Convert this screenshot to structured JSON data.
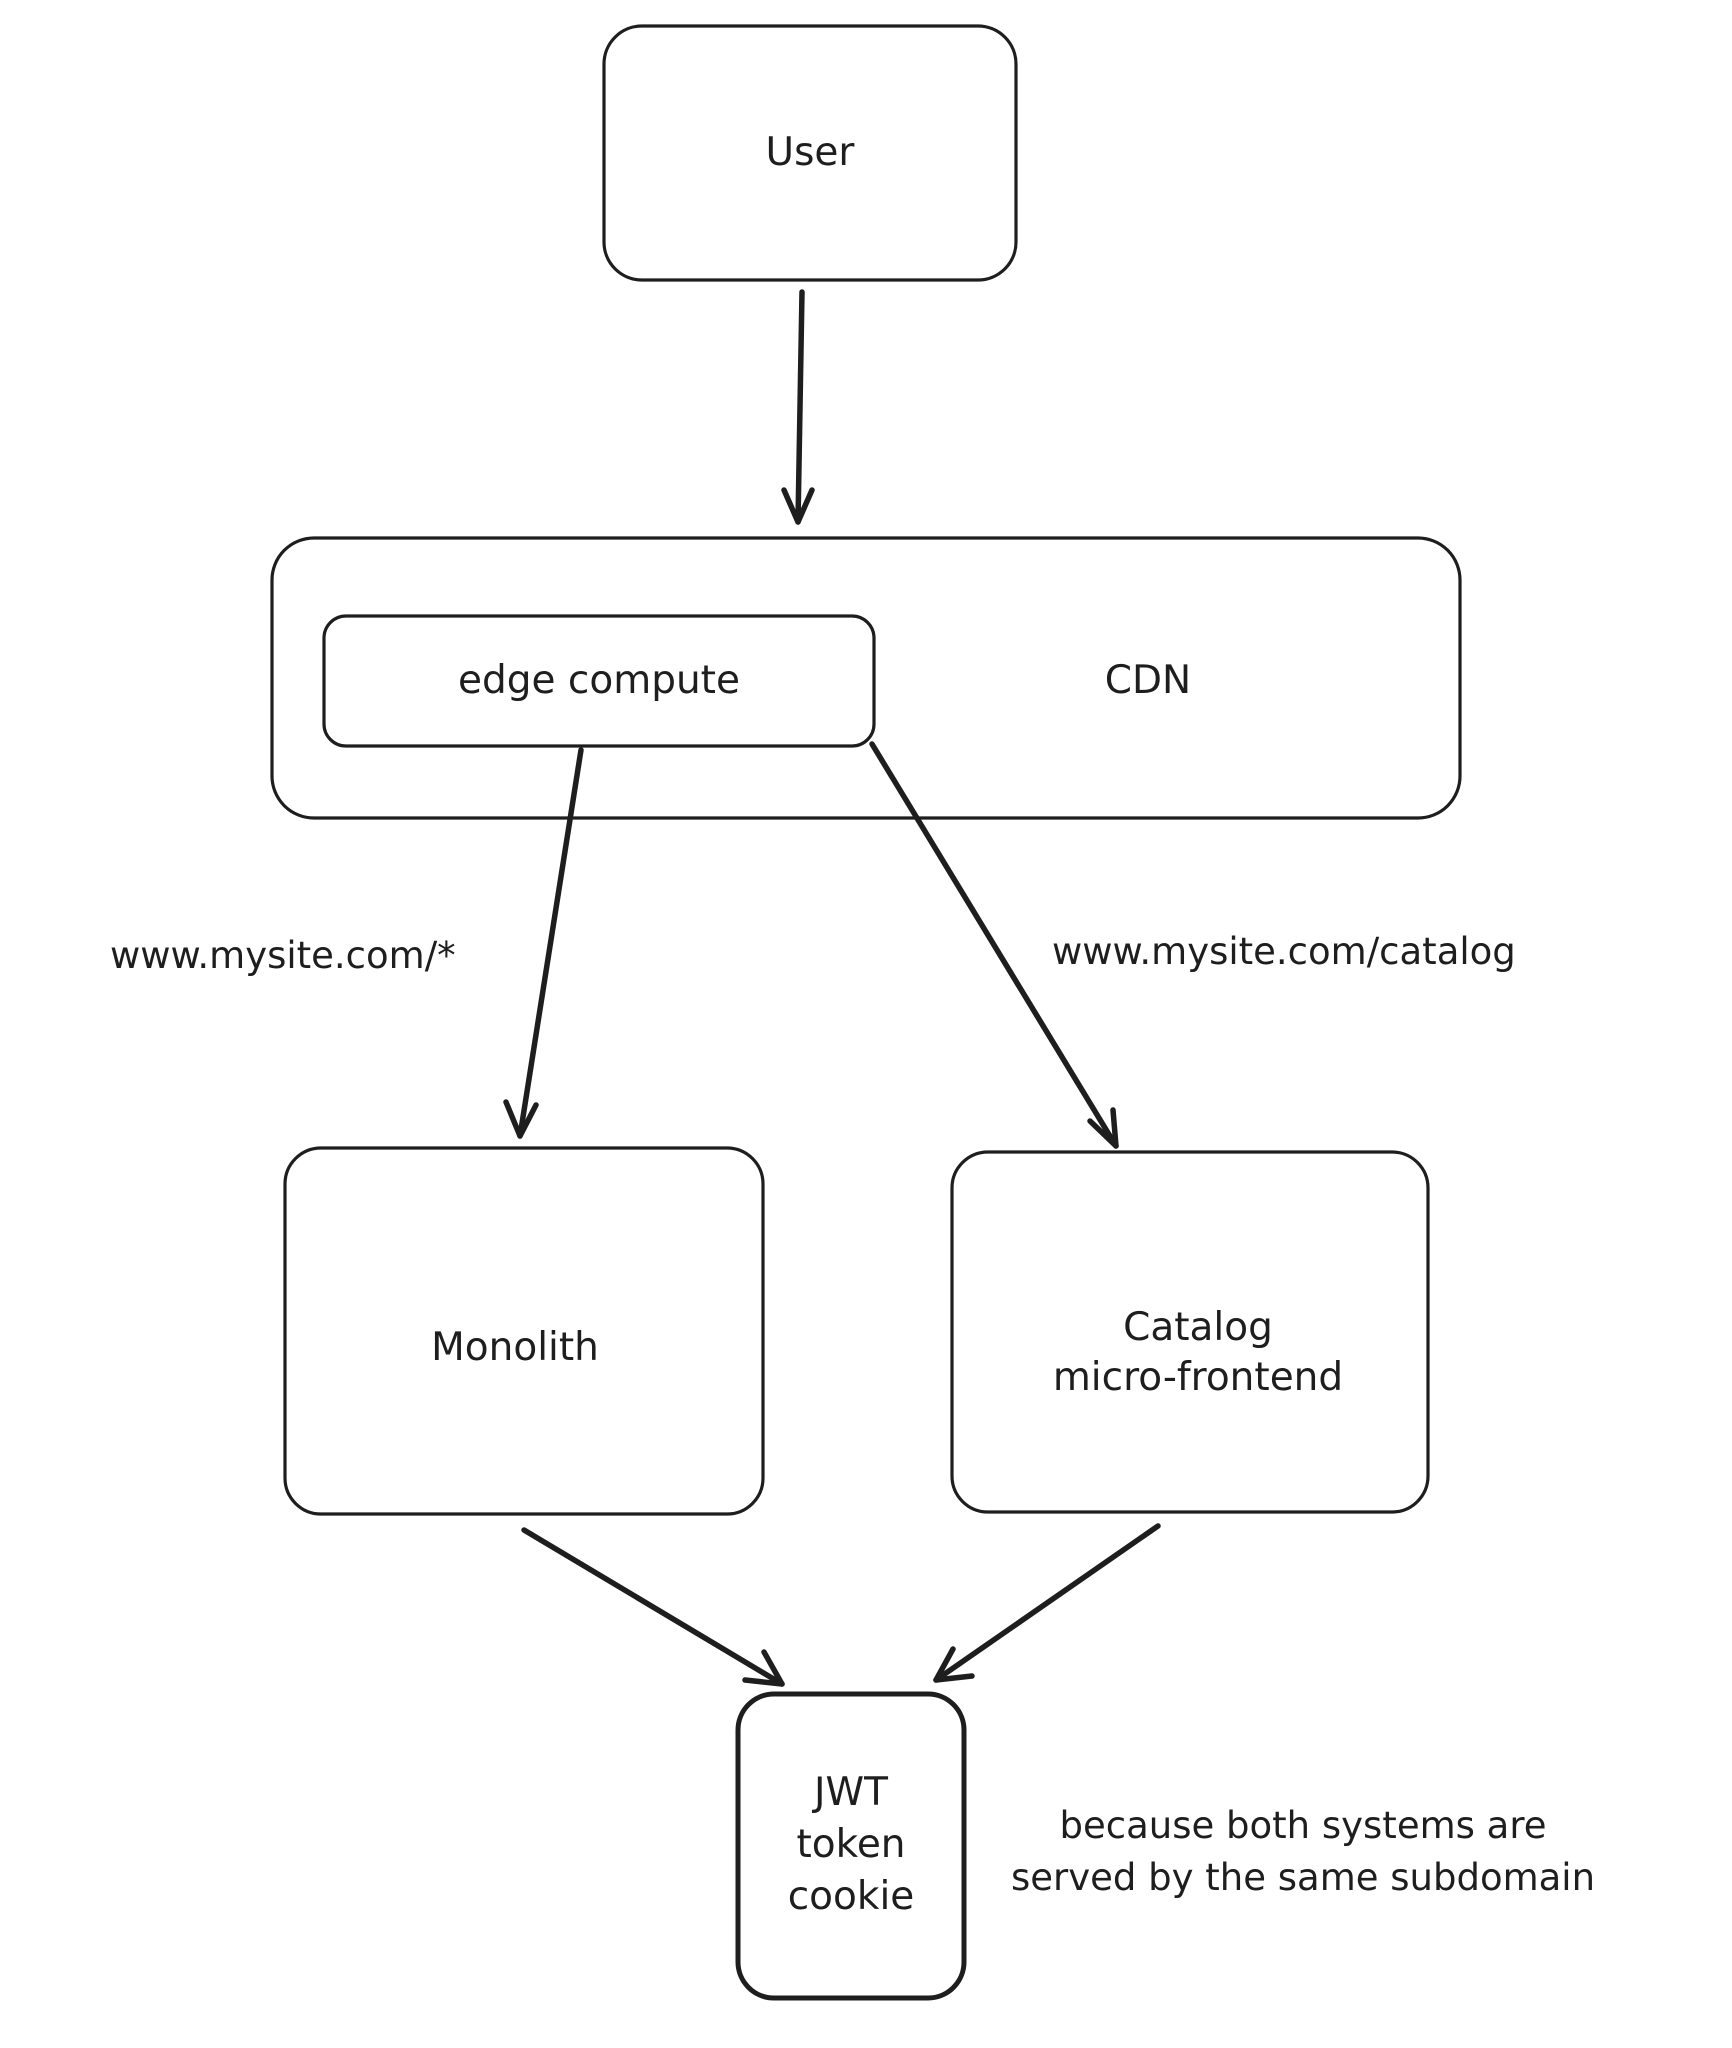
{
  "diagram": {
    "nodes": {
      "user": "User",
      "cdn": "CDN",
      "edge_compute": "edge compute",
      "monolith": "Monolith",
      "catalog_line1": "Catalog",
      "catalog_line2": "micro-frontend",
      "jwt_line1": "JWT",
      "jwt_line2": "token",
      "jwt_line3": "cookie"
    },
    "edge_labels": {
      "to_monolith": "www.mysite.com/*",
      "to_catalog": "www.mysite.com/catalog"
    },
    "note": {
      "line1": "because both systems are",
      "line2": "served by the same subdomain"
    },
    "colors": {
      "stroke": "#1e1e1e",
      "background": "#ffffff"
    }
  }
}
